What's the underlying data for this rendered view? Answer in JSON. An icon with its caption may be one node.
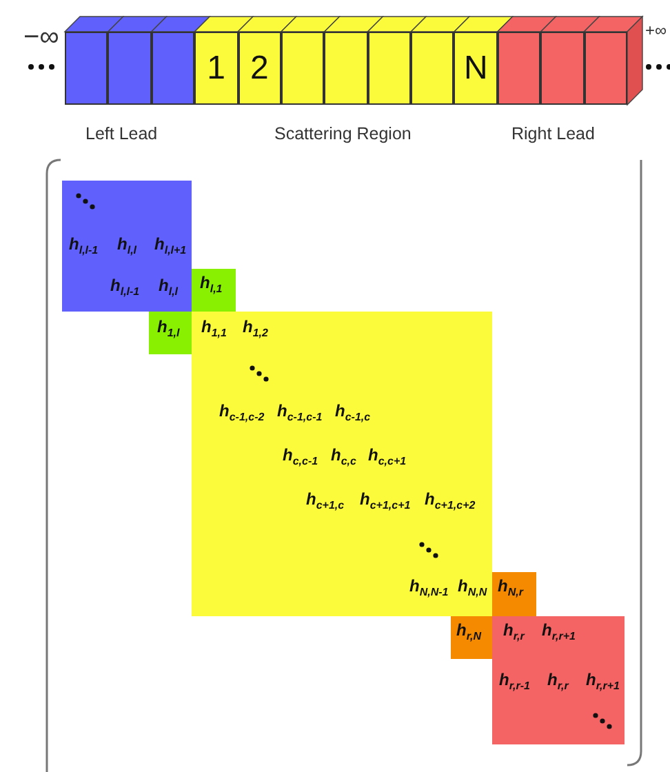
{
  "diagram": {
    "nodes": [
      {
        "text": [],
        "shape": "box"
      },
      {
        "text": [],
        "shape": "box"
      },
      {
        "text": [],
        "shape": "box"
      },
      {
        "text": [
          "1"
        ]
      },
      {
        "text": [
          "2"
        ]
      },
      {
        "text": [],
        "shape": "box"
      },
      {
        "text": [],
        "shape": "box"
      },
      {
        "text": [],
        "shape": "box"
      },
      {
        "text": [],
        "shape": "box"
      },
      {
        "text": [
          "N"
        ]
      },
      {
        "text": [],
        "shape": "box"
      },
      {
        "text": [],
        "shape": "box"
      },
      {
        "text": [],
        "shape": "box"
      },
      {
        "text": [
          "h$_{l,l-1}$",
          "h$_{l,l}$",
          "h$_{l,l+1}$",
          "h$_{l,l-1}$",
          "h$_{l,l}$"
        ]
      },
      {
        "text": [
          "h$_{l,1}$"
        ]
      },
      {
        "text": [
          "h$_{1,l}$"
        ]
      },
      {
        "text": [
          "h$_{1,1}$",
          "h$_{1,2}$",
          "h$_{c-1,c-2}$",
          "h$_{c-1,c-1}$",
          "h$_{c-1,c}$",
          "h$_{c,c-1}$",
          "h$_{c,c}$",
          "h$_{c,c+1}$",
          "h$_{c+1,c}$",
          "h$_{c+1,c+1}$",
          "h$_{c+1,c+2}$",
          "h$_{N,N-1}$",
          "h$_{N,N}$"
        ]
      },
      {
        "text": [
          "h$_{N,r}$"
        ]
      },
      {
        "text": [
          "h$_{r,N}$"
        ]
      },
      {
        "text": [
          "h$_{r,r}$",
          "h$_{r,r+1}$",
          "h$_{r,r-1}$",
          "h$_{r,r}$",
          "h$_{r,r+1}$"
        ]
      }
    ],
    "labels": [
      "−∞",
      "+∞",
      "Left Lead",
      "Scattering Region",
      "Right Lead"
    ]
  }
}
